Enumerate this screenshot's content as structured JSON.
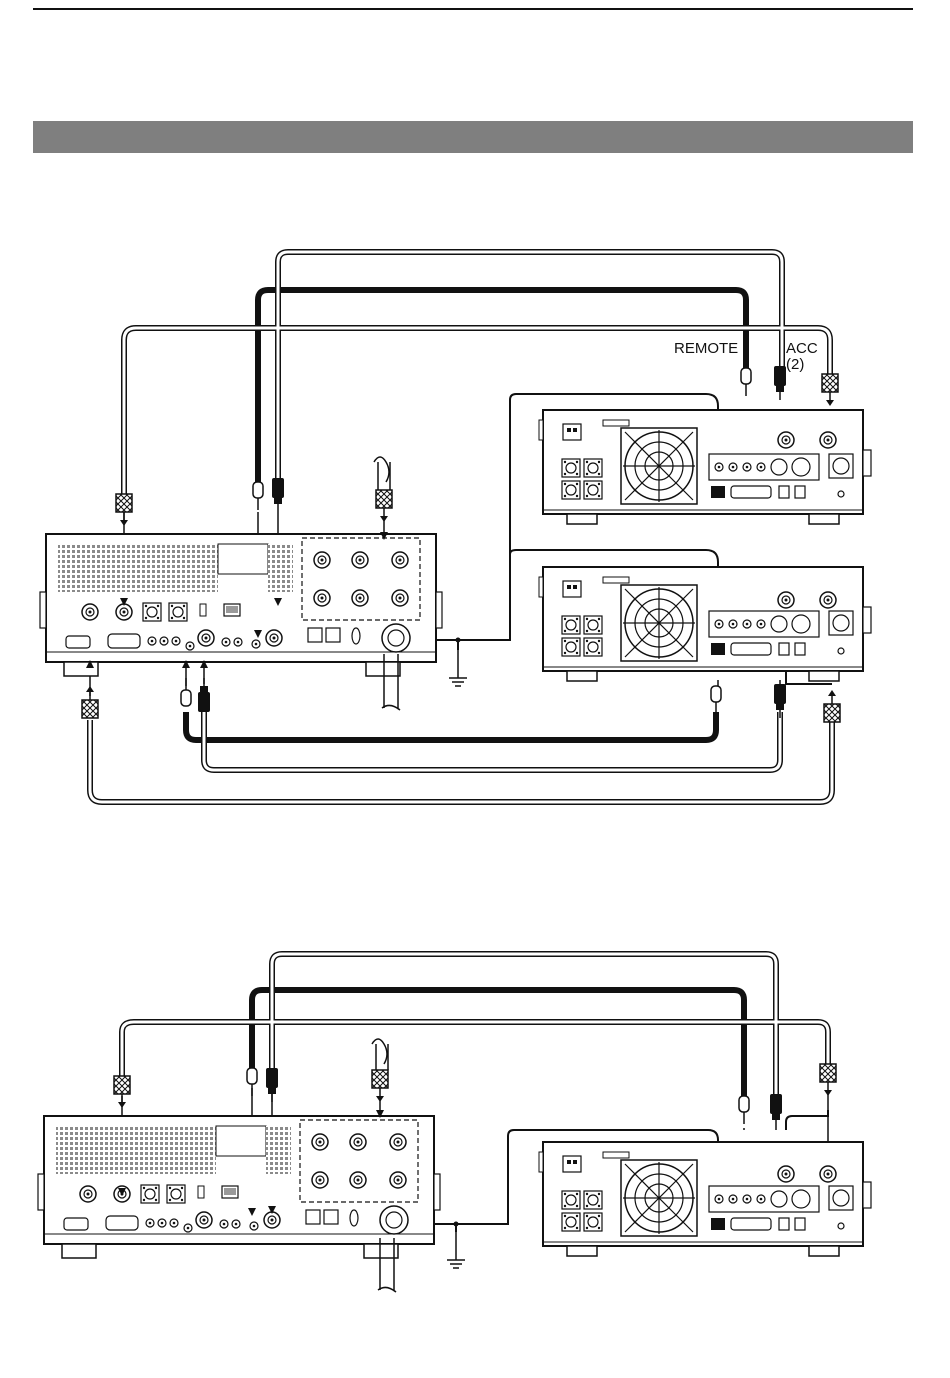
{
  "labels": {
    "remote": "REMOTE",
    "acc": "ACC",
    "acc_num": "(2)"
  },
  "colors": {
    "ink": "#111111",
    "bar": "#7f7f7f",
    "grille": "#9a9a9a"
  }
}
